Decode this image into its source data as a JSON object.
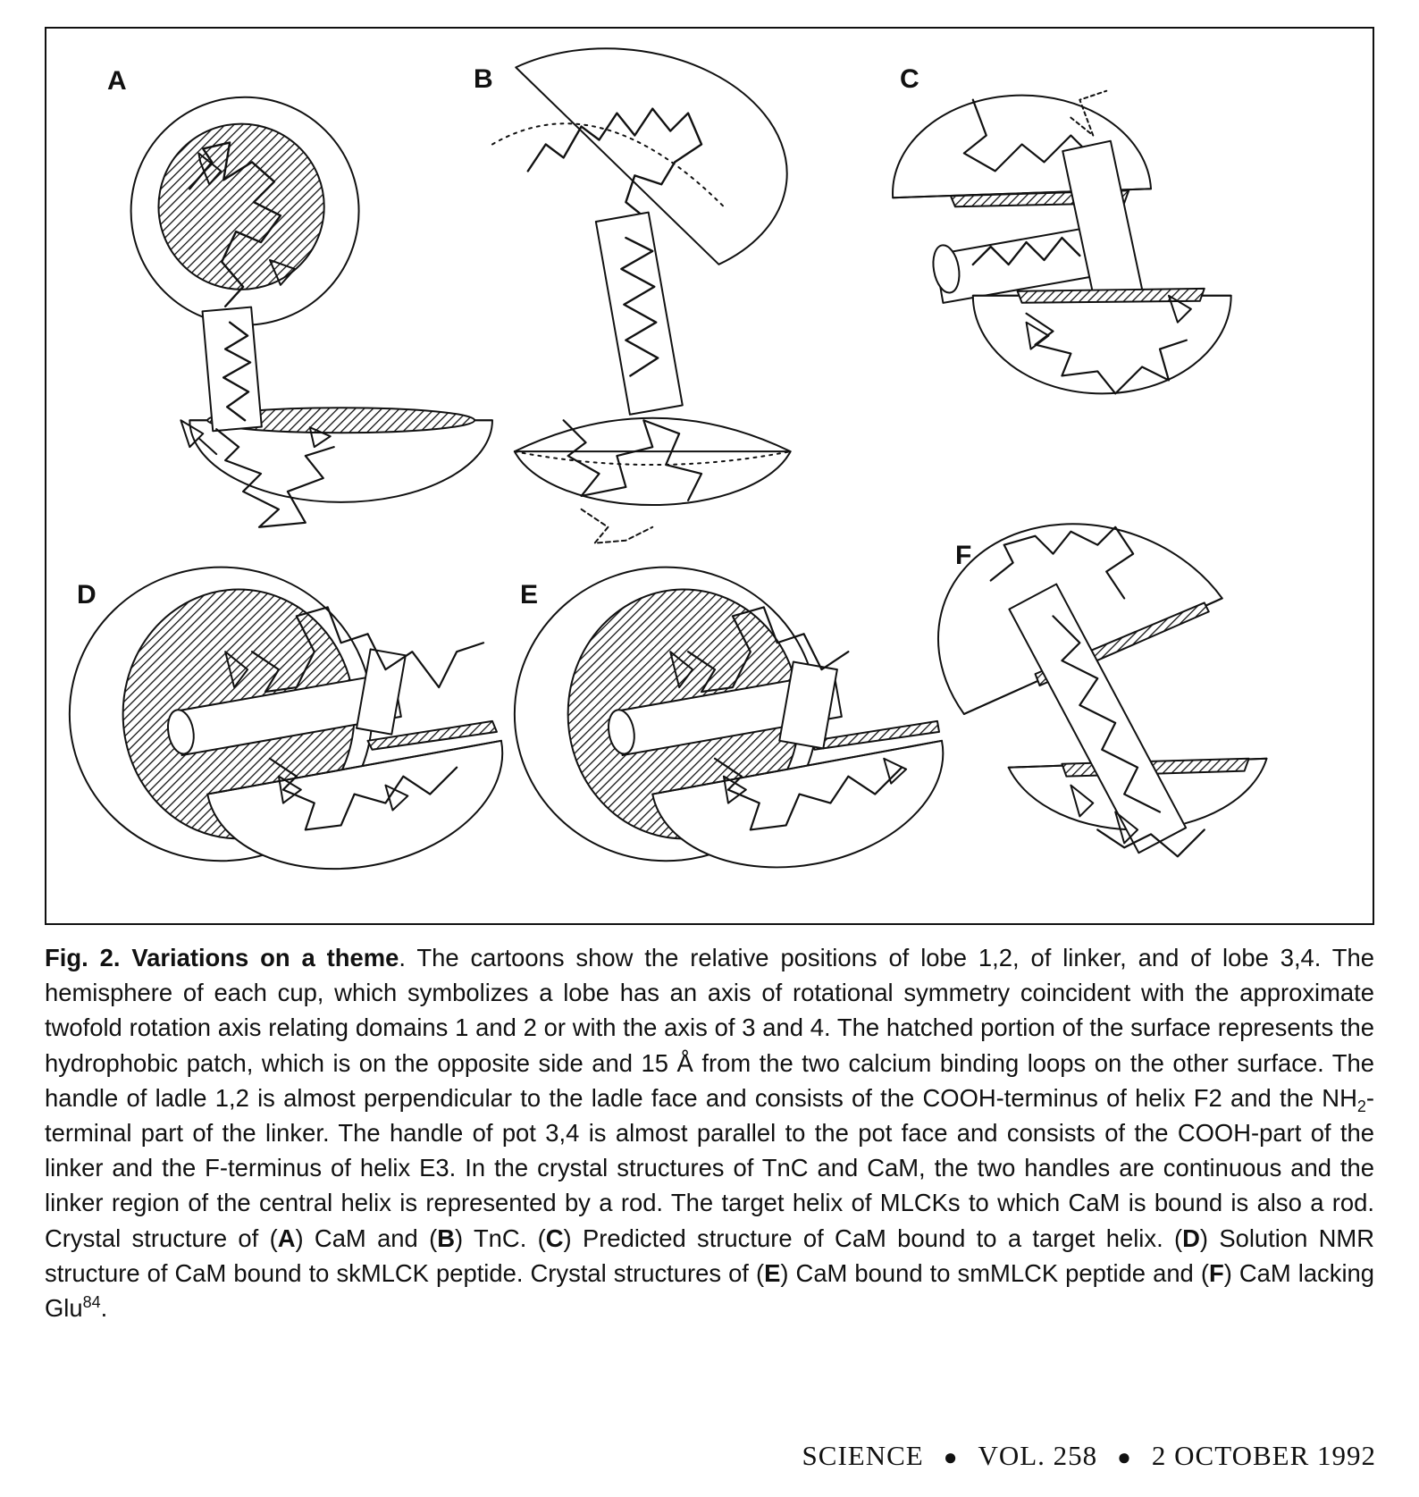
{
  "figure": {
    "panels": [
      {
        "id": "A",
        "label": "A"
      },
      {
        "id": "B",
        "label": "B"
      },
      {
        "id": "C",
        "label": "C"
      },
      {
        "id": "D",
        "label": "D"
      },
      {
        "id": "E",
        "label": "E"
      },
      {
        "id": "F",
        "label": "F"
      }
    ]
  },
  "caption": {
    "title": "Fig. 2. Variations on a theme",
    "t1": ". The cartoons show the relative positions of lobe 1,2, of linker, and of lobe 3,4. The hemisphere of each cup, which symbolizes a lobe has an axis of rotational symmetry coincident with the approximate twofold rotation axis relating domains 1 and 2 or with the axis of 3 and 4. The hatched portion of the surface represents the hydrophobic patch, which is on the opposite side and 15 Å from the two calcium binding loops on the other surface. The handle of ladle 1,2 is almost perpendicular to the ladle face and consists of the COOH-terminus of helix F2 and the NH",
    "sub1": "2",
    "t2": "-terminal part of the linker. The handle of pot 3,4 is almost parallel to the pot face and consists of the COOH-part of the linker and the F-terminus of helix E3. In the crystal structures of TnC and CaM, the two handles are continuous and the linker region of the central helix is represented by a rod. The target helix of MLCKs to which CaM is bound is also a rod. Crystal structure of (",
    "bA": "A",
    "t3": ") CaM and (",
    "bB": "B",
    "t4": ") TnC. (",
    "bC": "C",
    "t5": ") Predicted structure of CaM bound to a target helix. (",
    "bD": "D",
    "t6": ") Solution NMR structure of CaM bound to skMLCK peptide. Crystal structures of (",
    "bE": "E",
    "t7": ") CaM bound to smMLCK peptide and (",
    "bF": "F",
    "t8": ") CaM lacking Glu",
    "sup1": "84",
    "t9": "."
  },
  "footer": {
    "journal": "SCIENCE",
    "volume": "VOL. 258",
    "date": "2 OCTOBER 1992"
  }
}
